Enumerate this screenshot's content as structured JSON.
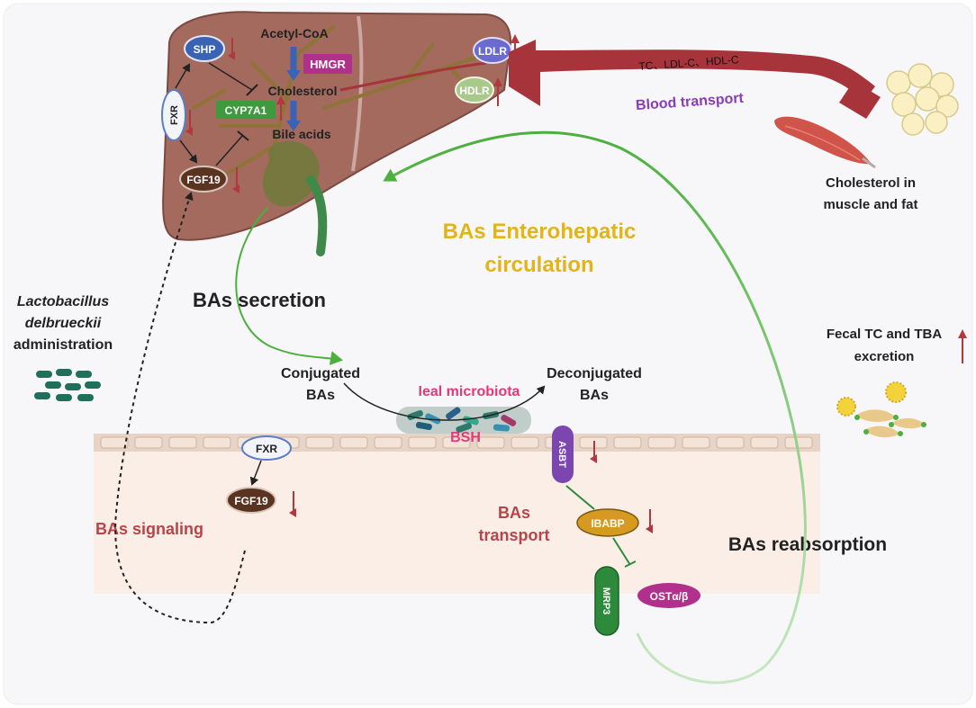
{
  "liver": {
    "acetyl_coa": "Acetyl-CoA",
    "hmgr": "HMGR",
    "cholesterol": "Cholesterol",
    "cyp7a1": "CYP7A1",
    "bile_acids": "Bile acids",
    "shp": "SHP",
    "fxr": "FXR",
    "fgf19": "FGF19",
    "ldlr": "LDLR",
    "hdlr": "HDLR"
  },
  "blood": {
    "vessel_label": "TC、LDL-C、HDL-C",
    "transport_label": "Blood transport"
  },
  "periphery": {
    "cholesterol_line1": "Cholesterol in",
    "cholesterol_line2": "muscle and fat"
  },
  "circulation": {
    "line1": "BAs Enterohepatic",
    "line2": "circulation"
  },
  "secretion": "BAs secretion",
  "administration": {
    "line1": "Lactobacillus",
    "line2": "delbrueckii",
    "line3": "administration"
  },
  "gut": {
    "conjugated_line1": "Conjugated",
    "conjugated_line2": "BAs",
    "deconjugated_line1": "Deconjugated",
    "deconjugated_line2": "BAs",
    "microbiota": "Ieal microbiota",
    "bsh": "BSH"
  },
  "fecal": {
    "line1": "Fecal TC and TBA",
    "line2": "excretion"
  },
  "intestine": {
    "fxr": "FXR",
    "fgf19": "FGF19",
    "signaling": "BAs signaling",
    "transport_line1": "BAs",
    "transport_line2": "transport",
    "asbt": "ASBT",
    "ibabp": "IBABP",
    "mrp3": "MRP3",
    "ost": "OSTα/β",
    "reabsorption": "BAs reabsorption"
  },
  "colors": {
    "background": "#f7f7f9",
    "liver": "#a46a5e",
    "liver_dark": "#7a4a40",
    "vessel": "#a8343b",
    "arrow_down": "#b2383e",
    "circulation_title": "#e2b418",
    "circulation_arrow": "#4caf3e",
    "signaling_text": "#b5454a",
    "microbiota_text": "#e23a78",
    "transport_text": "#8a3bb8",
    "intestine": "#fbeee6",
    "fgf19": "#5a3420",
    "shp": "#3b63b5",
    "cyp7a1": "#3d9a3d",
    "hmgr": "#b0308c",
    "asbt": "#7b46b0",
    "ibabp": "#d69a22",
    "mrp3": "#2d8a3a",
    "ost": "#b0308c"
  }
}
